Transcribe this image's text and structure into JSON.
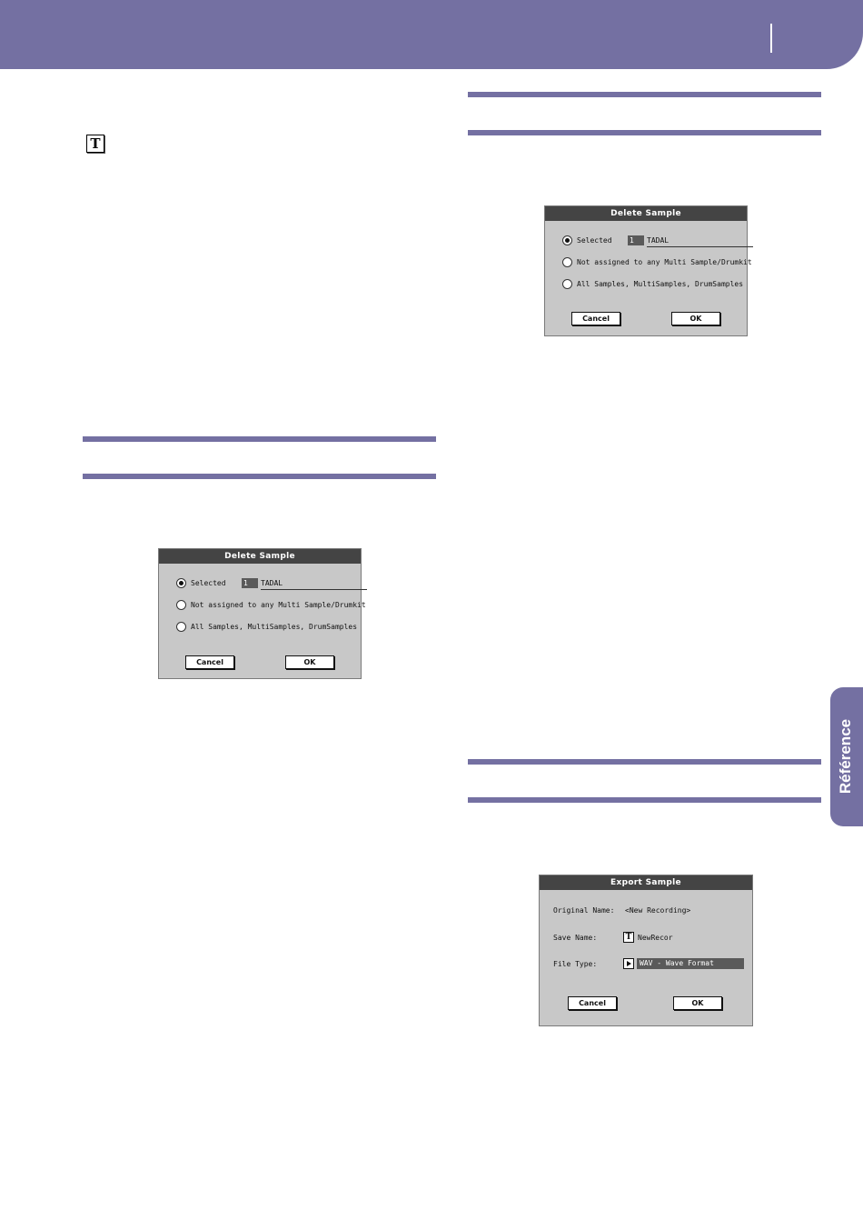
{
  "side_tab": {
    "label": "Référence"
  },
  "colors": {
    "accent": "#7470a2",
    "dialog_bg": "#c8c8c8",
    "dialog_title_bg": "#444444"
  },
  "icons": {
    "text_edit": "T"
  },
  "delete_dialog": {
    "title": "Delete Sample",
    "options": [
      {
        "label": "Selected",
        "selected": true,
        "number": "1",
        "name": "TADAL"
      },
      {
        "label": "Not assigned to any Multi Sample/Drumkit",
        "selected": false
      },
      {
        "label": "All Samples, MultiSamples, DrumSamples",
        "selected": false
      }
    ],
    "cancel": "Cancel",
    "ok": "OK"
  },
  "export_dialog": {
    "title": "Export Sample",
    "original_name_label": "Original Name:",
    "original_name_value": "<New Recording>",
    "save_name_label": "Save Name:",
    "save_name_value": "NewRecor",
    "file_type_label": "File Type:",
    "file_type_value": "WAV - Wave Format",
    "cancel": "Cancel",
    "ok": "OK"
  }
}
